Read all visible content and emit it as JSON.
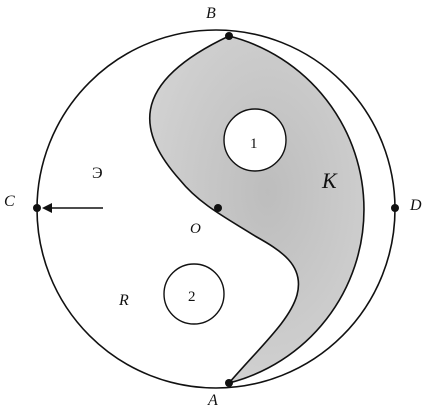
{
  "diagram": {
    "points": {
      "A": "A",
      "B": "B",
      "C": "C",
      "D": "D",
      "O": "O"
    },
    "regions": {
      "shaded_label": "K",
      "white_label": "R",
      "white_upper_label": "Э"
    },
    "holes": {
      "upper_label": "1",
      "lower_label": "2"
    },
    "colors": {
      "outline": "#111111",
      "shaded_fill": "#c9c9c9",
      "background": "#ffffff"
    }
  }
}
